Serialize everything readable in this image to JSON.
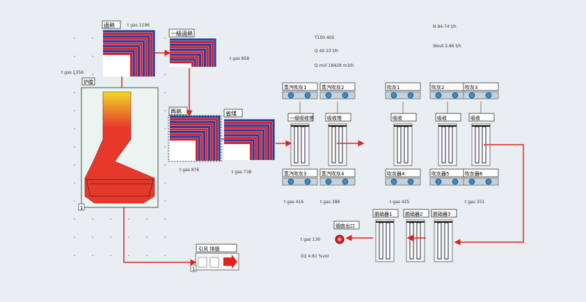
{
  "colors": {
    "background": "#e9eef2",
    "flow_line": "#e0221c",
    "hx_blue": "#2a3c9c",
    "hx_red": "#d81f2a",
    "boiler_top": "#f0d828",
    "boiler_bottom": "#e8382c"
  },
  "labels": {
    "hx_top_left": "過熱",
    "hx_top_right": "一級過熱",
    "hx_bottom_left": "再熱",
    "hx_bottom_right": "省煤",
    "furnace": "炉膛",
    "fan": "引风 排烟"
  },
  "readouts": {
    "tgas_top_left": "t gas 1196",
    "tgas_furnace": "t gas 1356",
    "tgas_top_right": "t gas 858",
    "tgas_bottom_left": "t gas 876",
    "tgas_bottom_right": "t gas 738",
    "tgas_sec1": "t gas 416",
    "tgas_sec2": "t gas 388",
    "tgas_sec3": "t gas 425",
    "tgas_sec4": "t gas 351",
    "tgas_outlet": "t gas 130",
    "outlet_o2": "O2 4.81 %vol",
    "info_line1": "T100 405",
    "info_line2": "Q 40.33 t/h",
    "info_line3": "Q mol 18428 m3/h",
    "right_line1": "N 94.74 t/h",
    "right_line2": "Wout 2.86 t/h"
  },
  "cleaners": {
    "top_row": [
      "蒸汽吹灰1",
      "蒸汽吹灰2",
      "吹灰1",
      "吹灰2",
      "吹灰3"
    ],
    "bottom_row": [
      "蒸汽吹灰3",
      "蒸汽吹灰4",
      "吹灰器4",
      "吹灰器5",
      "吹灰器6"
    ]
  },
  "units": {
    "row1": [
      "一级吸收塔",
      "吸收塔",
      "吸收",
      "吸收",
      "吸收"
    ],
    "row2": [
      "脱硝器1",
      "脱硝器2",
      "脱硝器3"
    ],
    "outlet": "烟囱出口"
  },
  "corner_marks": [
    "1",
    "1"
  ]
}
